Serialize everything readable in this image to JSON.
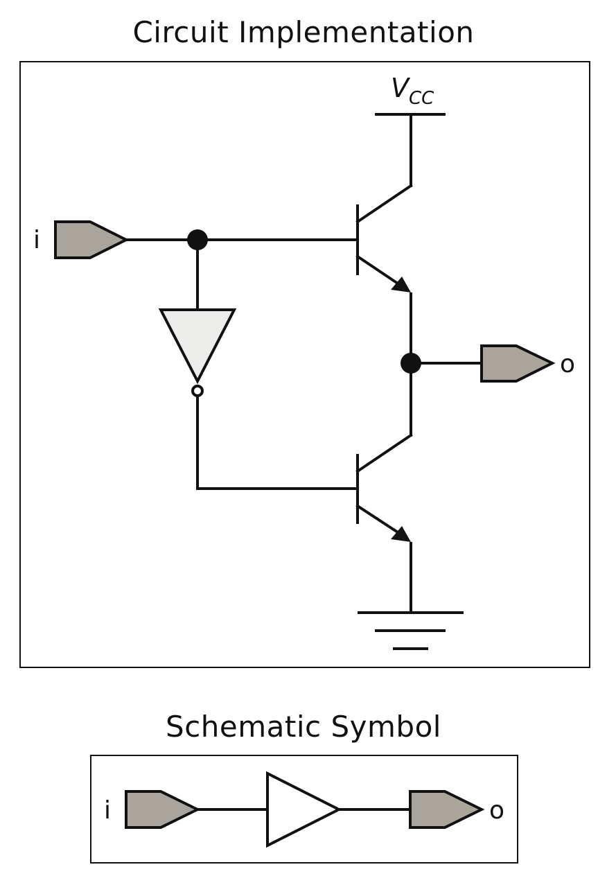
{
  "circuit": {
    "title": "Circuit Implementation",
    "supply_label": "V",
    "supply_subscript": "CC",
    "input_label": "i",
    "output_label": "o"
  },
  "symbol": {
    "title": "Schematic Symbol",
    "input_label": "i",
    "output_label": "o"
  },
  "colors": {
    "port_fill": "#a9a59c",
    "inverter_fill": "#ededeb",
    "line": "#111111"
  }
}
